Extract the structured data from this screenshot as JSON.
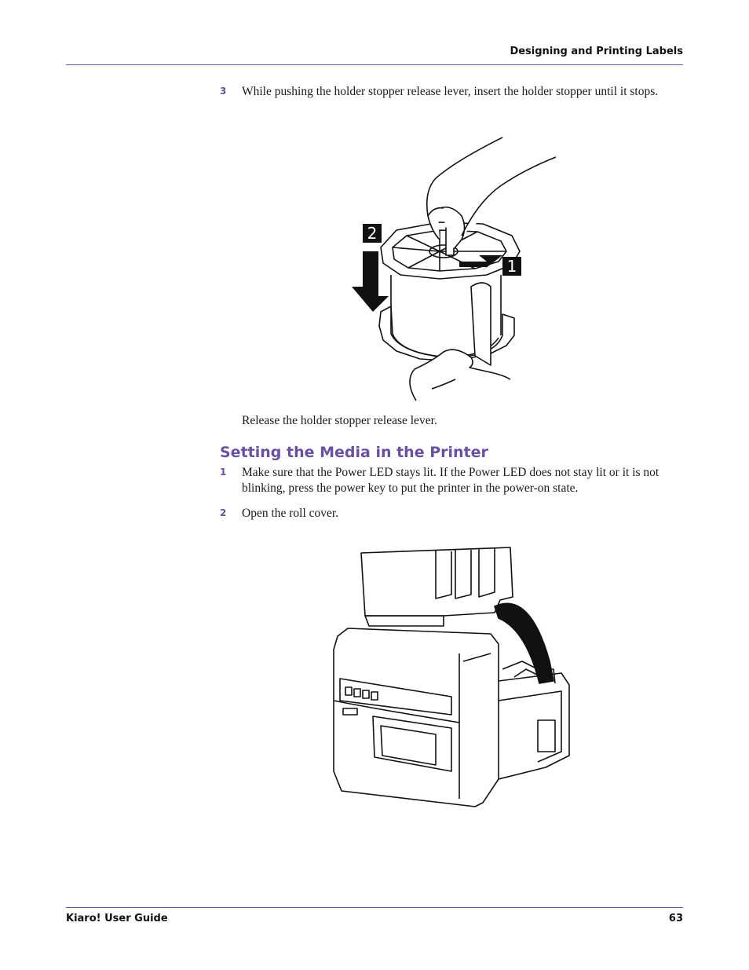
{
  "header": {
    "title": "Designing and Printing Labels"
  },
  "steps_a": [
    {
      "num": "3",
      "text": "While pushing the holder stopper release lever, insert the holder stopper until it stops."
    }
  ],
  "figure1": {
    "label_a": "2",
    "label_b": "1"
  },
  "after_figure1": "Release the holder stopper release lever.",
  "section": {
    "title": "Setting the Media in the Printer"
  },
  "steps_b": [
    {
      "num": "1",
      "text": "Make sure that the Power LED stays lit. If the Power LED does not stay lit or it is not blinking, press the power key to put the printer in the power-on state."
    },
    {
      "num": "2",
      "text": "Open the roll cover."
    }
  ],
  "footer": {
    "left": "Kiaro! User Guide",
    "page": "63"
  },
  "colors": {
    "accent": "#6b4fa0"
  }
}
